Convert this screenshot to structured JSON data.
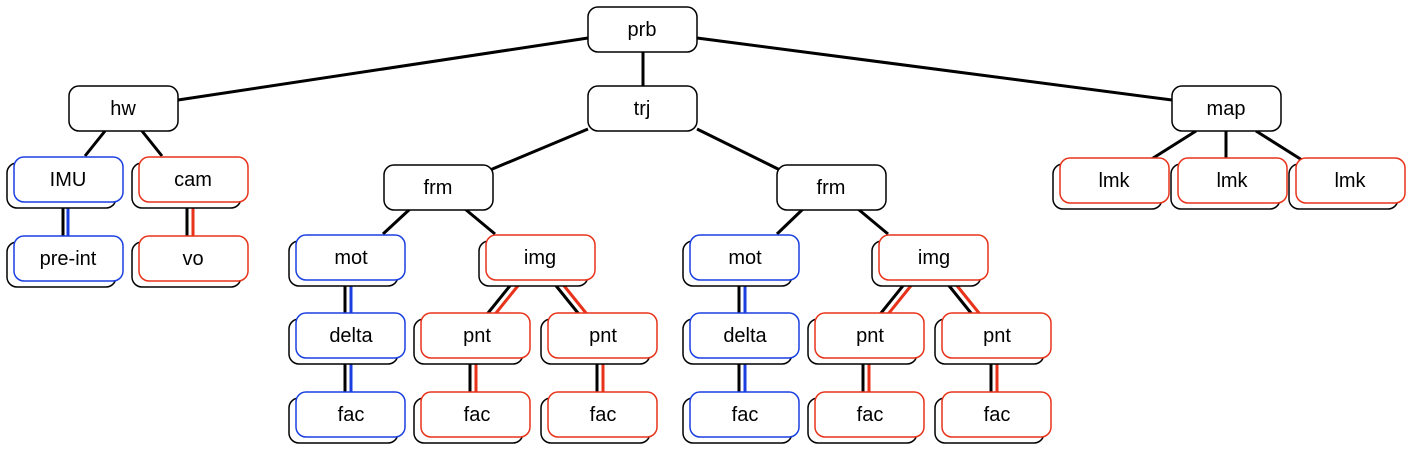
{
  "nodes": {
    "prb": "prb",
    "hw": "hw",
    "trj": "trj",
    "map": "map",
    "imu": "IMU",
    "cam": "cam",
    "preint": "pre-int",
    "vo": "vo",
    "frm1": "frm",
    "frm2": "frm",
    "mot1": "mot",
    "img1": "img",
    "delta1": "delta",
    "fac_mot1": "fac",
    "pnt1a": "pnt",
    "pnt1b": "pnt",
    "fac1a": "fac",
    "fac1b": "fac",
    "mot2": "mot",
    "img2": "img",
    "delta2": "delta",
    "fac_mot2": "fac",
    "pnt2a": "pnt",
    "pnt2b": "pnt",
    "fac2a": "fac",
    "fac2b": "fac",
    "lmk1": "lmk",
    "lmk2": "lmk",
    "lmk3": "lmk"
  },
  "colors": {
    "black": "#000000",
    "blue": "#1a3fe0",
    "red": "#e8321a"
  }
}
